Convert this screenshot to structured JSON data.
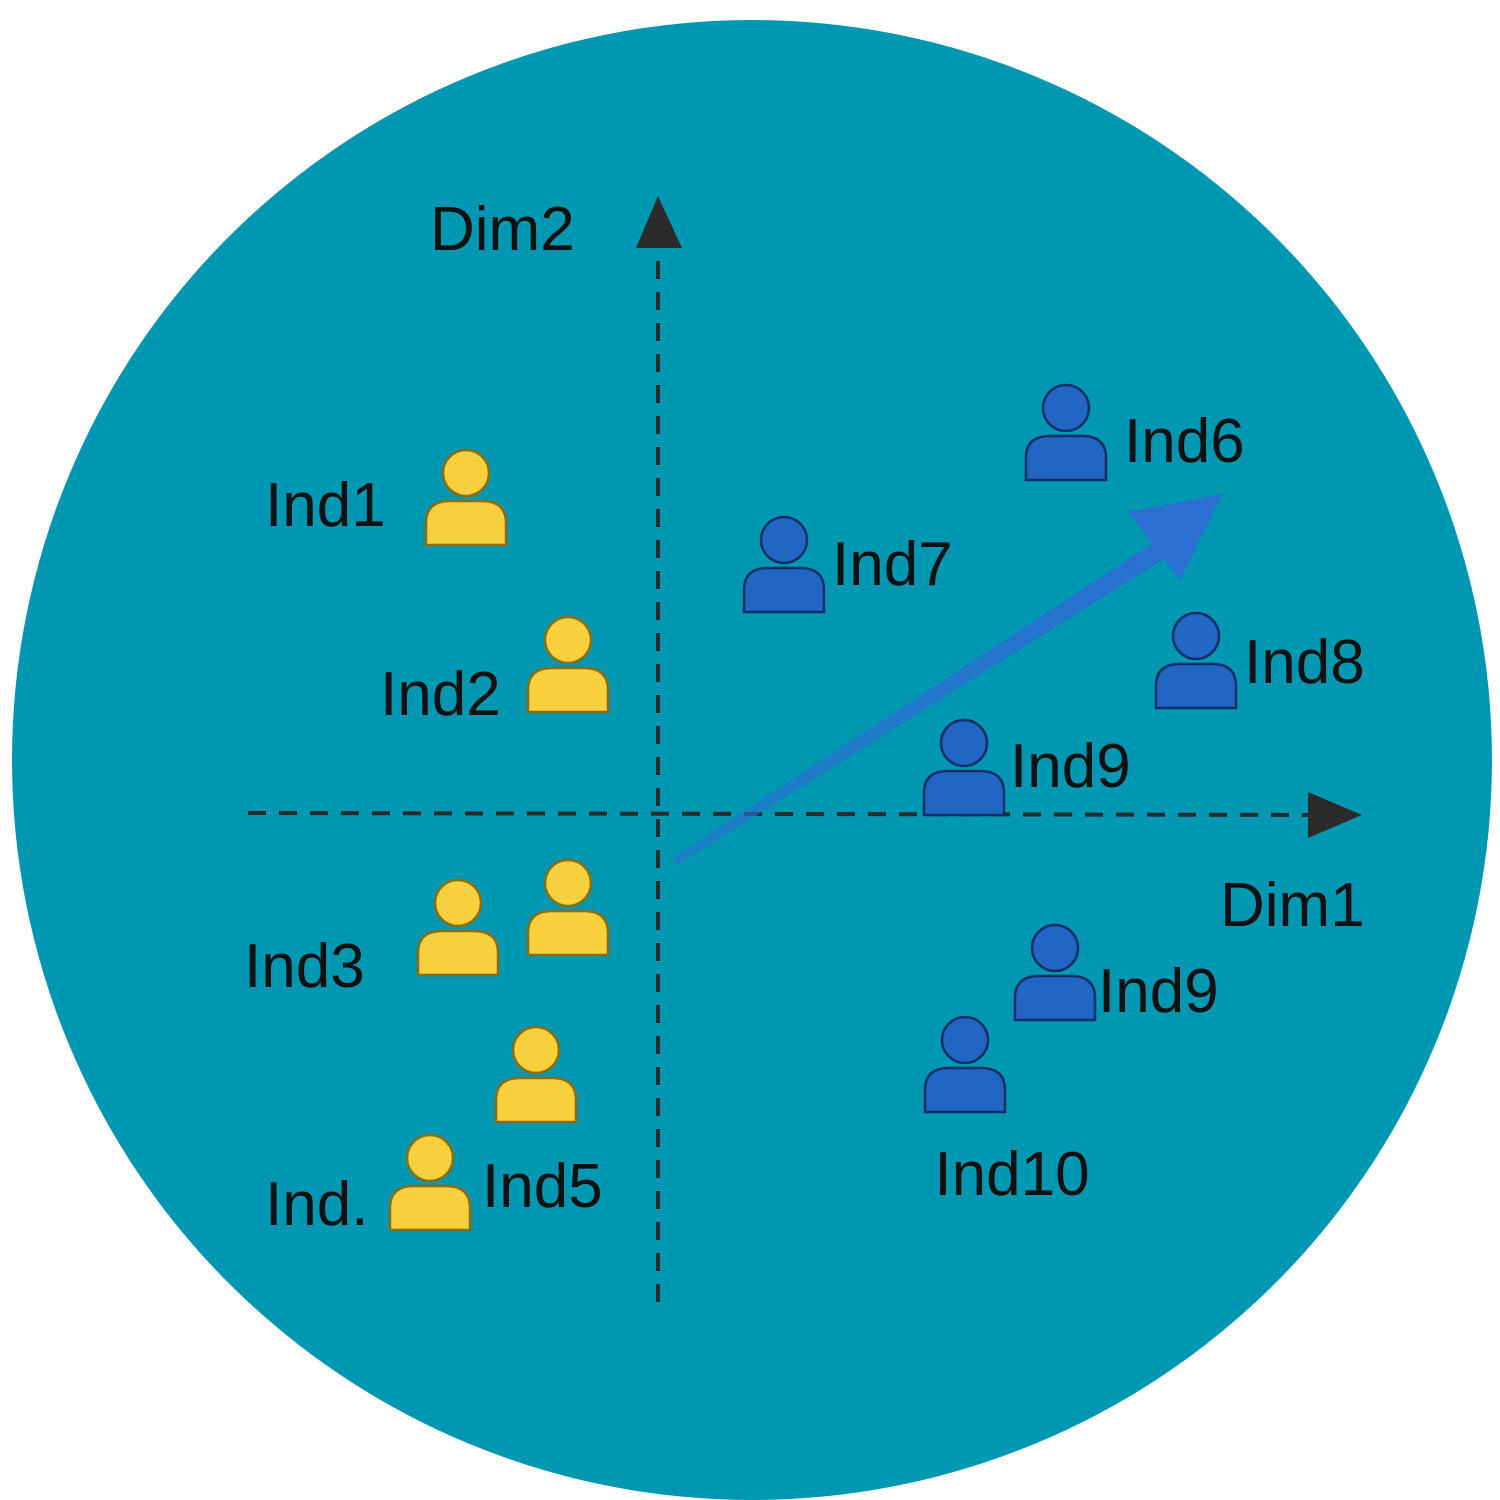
{
  "colors": {
    "background": "#0097b2",
    "group_a": "#f7d13d",
    "group_a_outline": "#8a6d12",
    "group_b": "#2266c4",
    "group_b_outline": "#0f2f66",
    "direction_arrow": "#2a6fd1",
    "axis": "#2b2b2b"
  },
  "axes": {
    "x_label": "Dim1",
    "y_label": "Dim2"
  },
  "individuals": [
    {
      "label": "Ind1",
      "group": "yellow"
    },
    {
      "label": "Ind2",
      "group": "yellow"
    },
    {
      "label": "Ind3",
      "group": "yellow"
    },
    {
      "label": "",
      "group": "yellow"
    },
    {
      "label": "",
      "group": "yellow"
    },
    {
      "label": "Ind.",
      "group": "yellow"
    },
    {
      "label": "Ind5",
      "group": "yellow"
    },
    {
      "label": "Ind6",
      "group": "blue"
    },
    {
      "label": "Ind7",
      "group": "blue"
    },
    {
      "label": "Ind8",
      "group": "blue"
    },
    {
      "label": "Ind9",
      "group": "blue"
    },
    {
      "label": "Ind9",
      "group": "blue"
    },
    {
      "label": "Ind10",
      "group": "blue"
    }
  ],
  "icon_name": "person-icon"
}
